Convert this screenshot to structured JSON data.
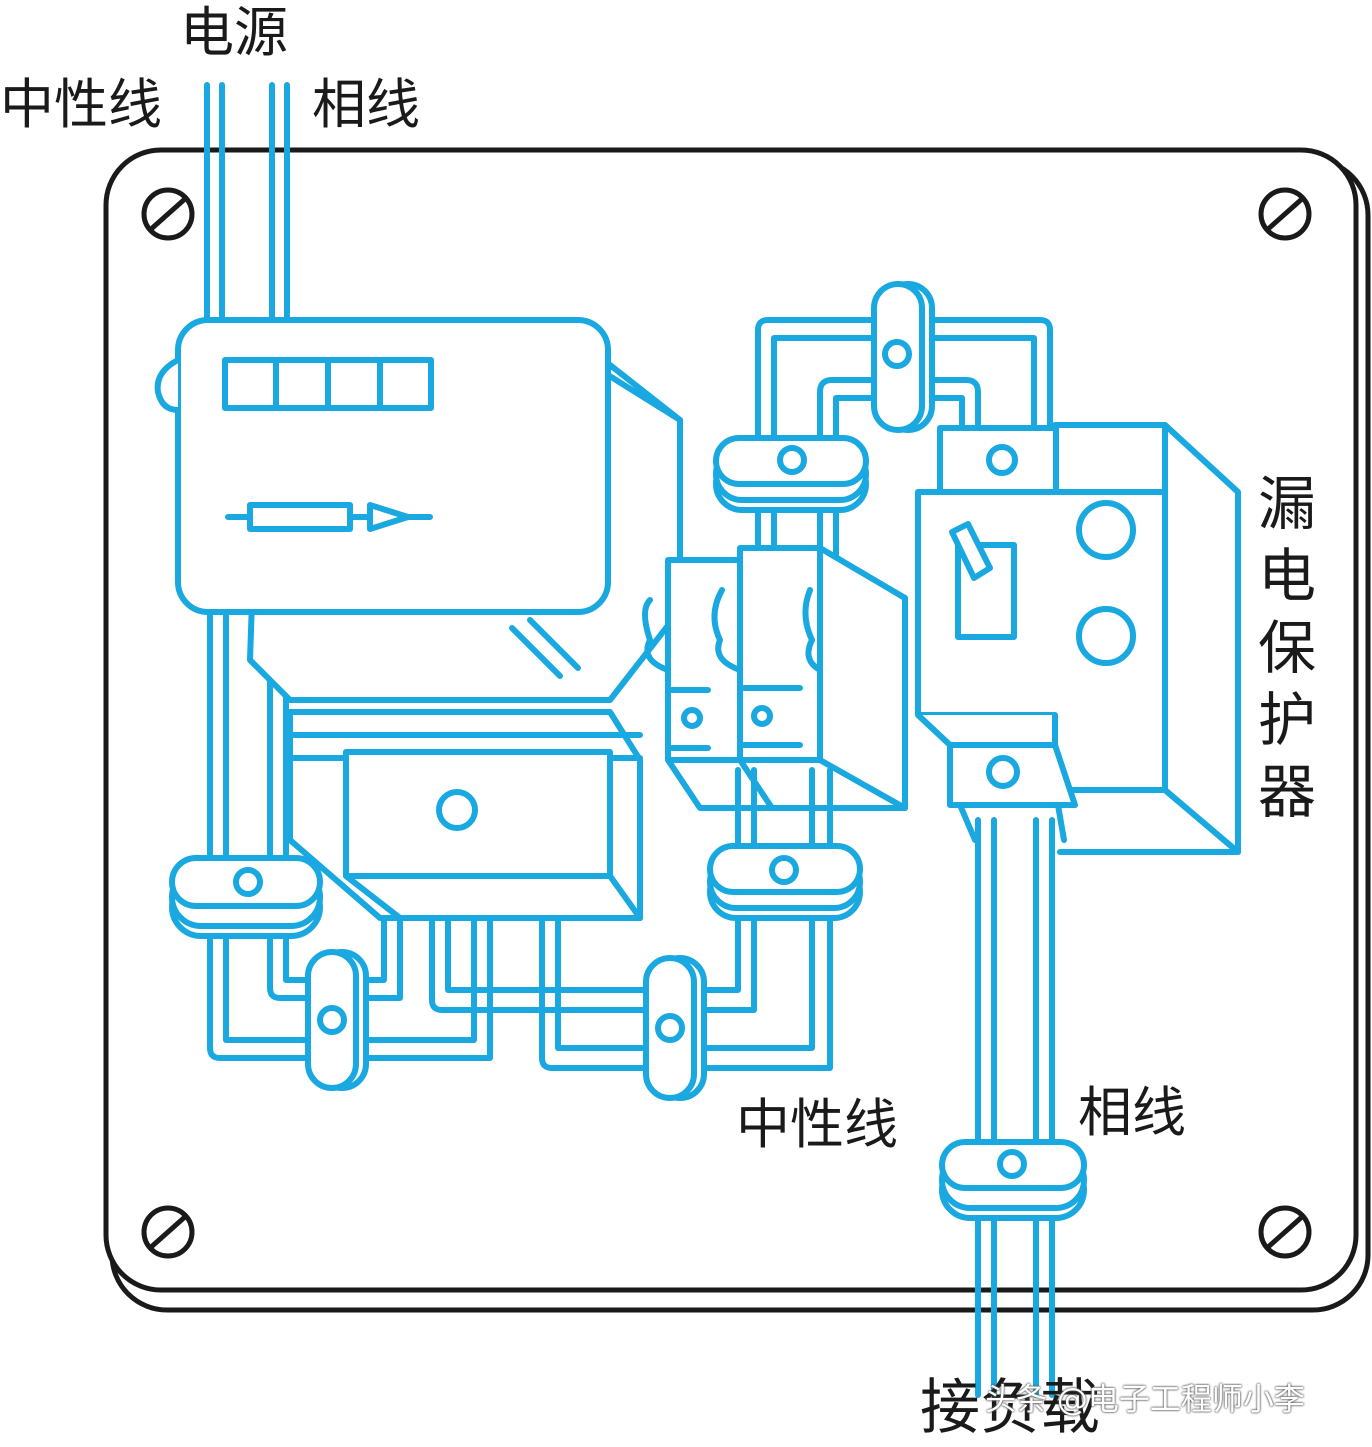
{
  "labels": {
    "power": "电源",
    "neutral_top": "中性线",
    "phase_top": "相线",
    "rcd": "漏电保护器",
    "neutral_bottom": "中性线",
    "phase_bottom": "相线",
    "load": "接负载"
  },
  "watermark": "头条 @电子工程师小李",
  "colors": {
    "wire": "#1aa8e0",
    "outline": "#1a1a1a",
    "background": "#ffffff"
  }
}
